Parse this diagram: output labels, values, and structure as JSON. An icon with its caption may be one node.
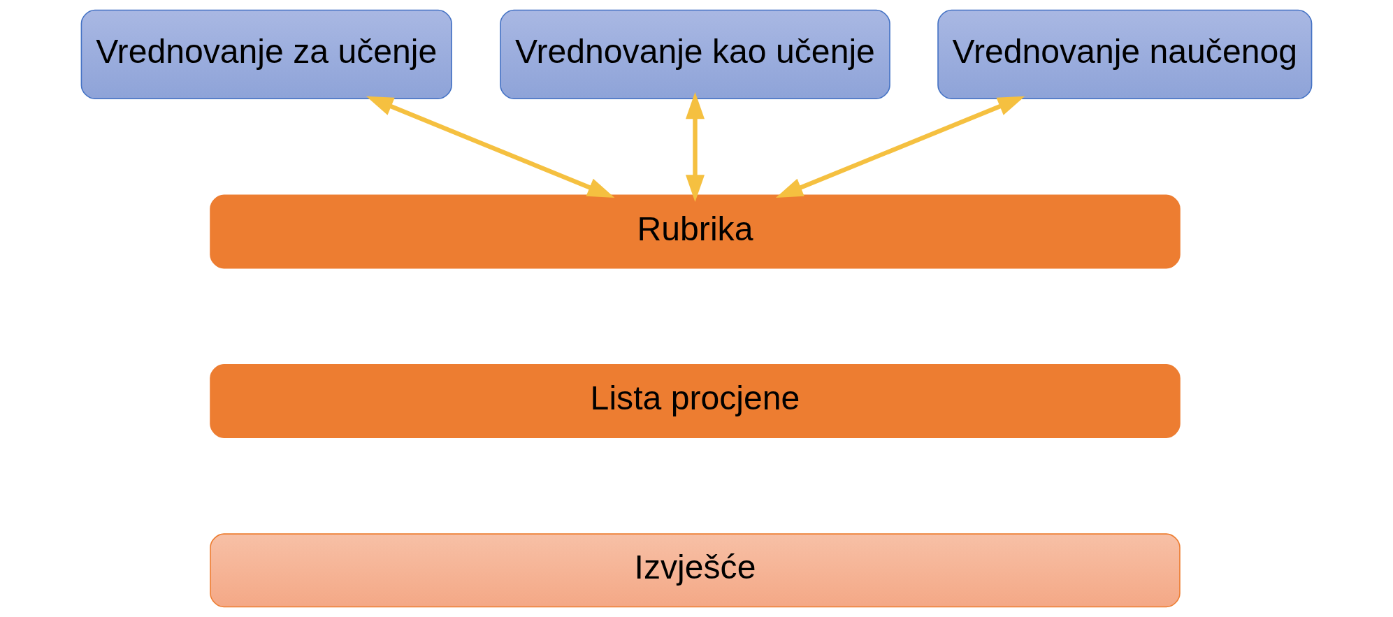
{
  "diagram": {
    "nodes": [
      {
        "text": [
          "Vrednovanje za učenje"
        ]
      },
      {
        "text": [
          "Vrednovanje kao učenje"
        ]
      },
      {
        "text": [
          "Vrednovanje naučenog"
        ]
      },
      {
        "text": [
          "Rubrika"
        ]
      },
      {
        "text": [
          "Lista procjene"
        ]
      },
      {
        "text": [
          "Izvješće"
        ]
      }
    ],
    "edges": [
      {
        "from": 0,
        "to": 3,
        "arrow": "both"
      },
      {
        "from": 1,
        "to": 3,
        "arrow": "both"
      },
      {
        "from": 2,
        "to": 3,
        "arrow": "both"
      }
    ]
  }
}
